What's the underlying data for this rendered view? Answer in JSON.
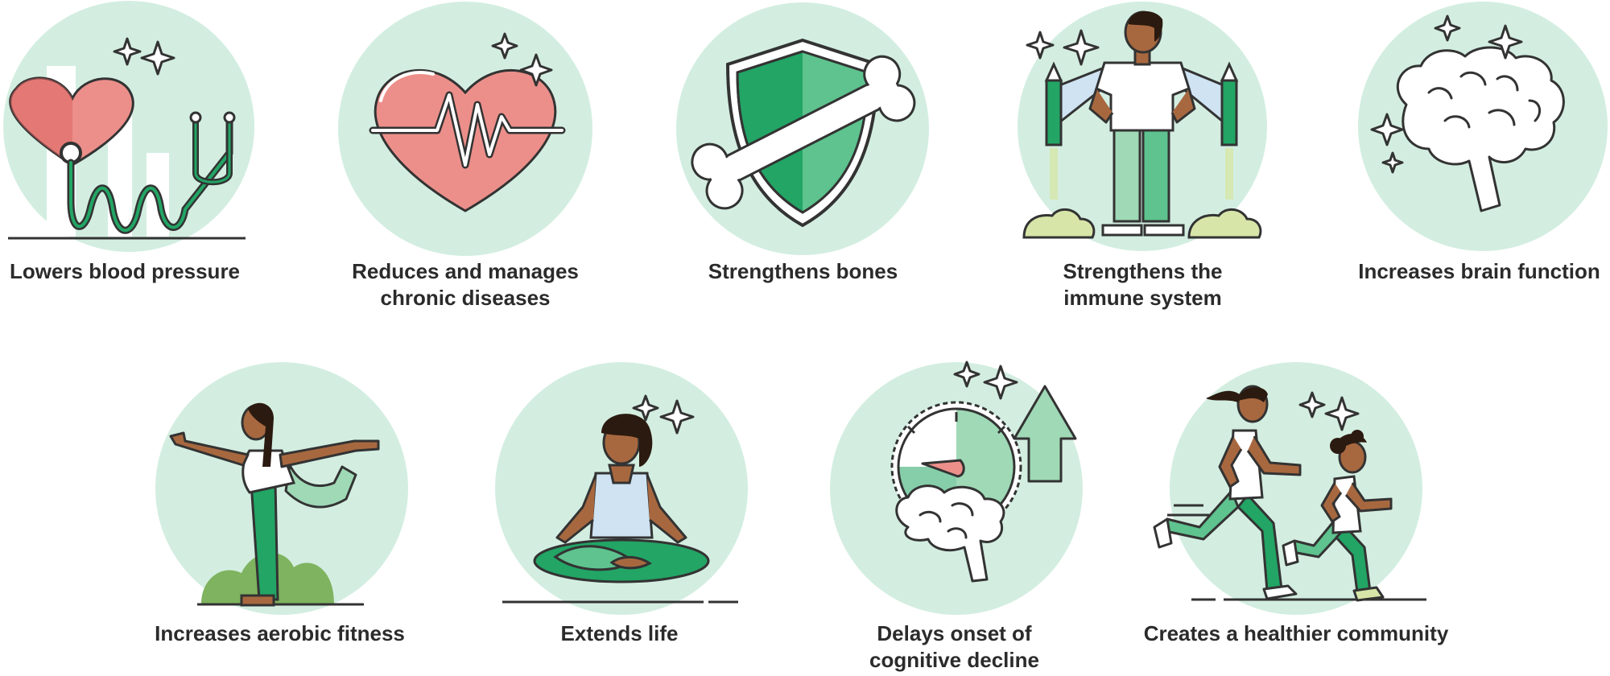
{
  "colors": {
    "circle": "#d3eee1",
    "outline": "#333333",
    "green_dark": "#22a565",
    "green_mid": "#5ec38e",
    "green_light": "#9fd9b6",
    "heart": "#ec8f8a",
    "heart_dark": "#d9625f",
    "skin": "#a8683f",
    "hair": "#2b1a10",
    "shirt_blue": "#cfe3f2",
    "grass": "#7fb35f",
    "cloud": "#d7e6a8",
    "white": "#ffffff"
  },
  "benefits": [
    {
      "id": "blood-pressure",
      "label": "Lowers blood pressure",
      "icon": "heart-stethoscope-icon"
    },
    {
      "id": "chronic-diseases",
      "label": "Reduces and manages\nchronic diseases",
      "icon": "heartbeat-icon"
    },
    {
      "id": "bones",
      "label": "Strengthens bones",
      "icon": "shield-bone-icon"
    },
    {
      "id": "immune",
      "label": "Strengthens the\nimmune system",
      "icon": "jetpack-person-icon"
    },
    {
      "id": "brain",
      "label": "Increases brain function",
      "icon": "brain-icon"
    },
    {
      "id": "aerobic",
      "label": "Increases aerobic fitness",
      "icon": "dancer-pose-icon"
    },
    {
      "id": "life",
      "label": "Extends life",
      "icon": "meditation-icon"
    },
    {
      "id": "cognitive",
      "label": "Delays onset of\ncognitive decline",
      "icon": "timer-brain-arrow-icon"
    },
    {
      "id": "community",
      "label": "Creates a healthier community",
      "icon": "running-people-icon"
    }
  ]
}
